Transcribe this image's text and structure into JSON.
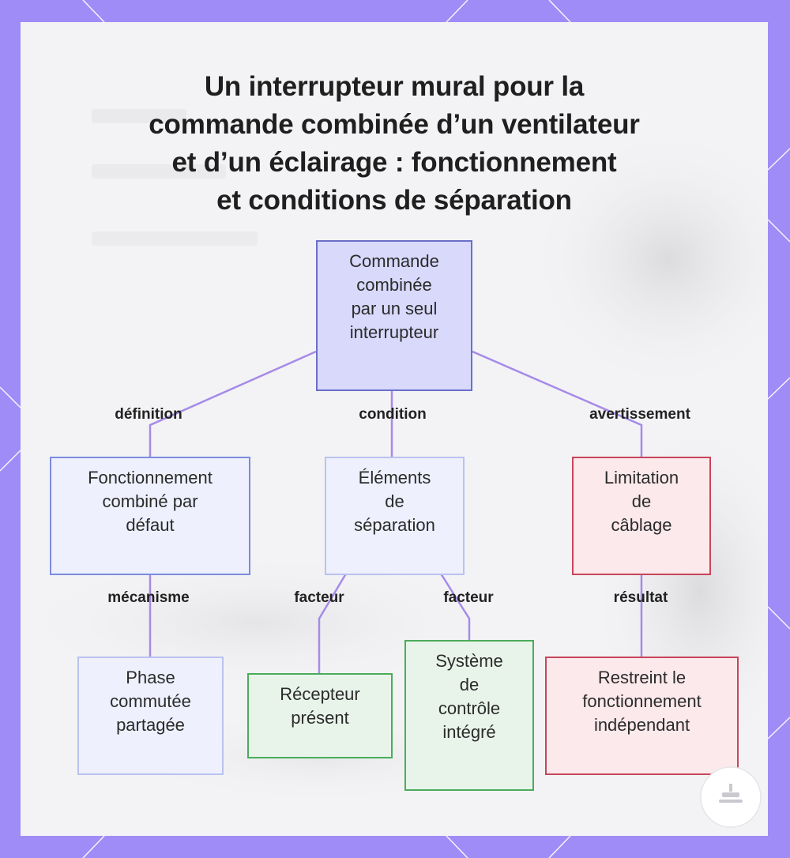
{
  "title": "Un interrupteur mural pour la\ncommande combinée d’un ventilateur\net d’un éclairage : fonctionnement\net conditions de séparation",
  "nodes": {
    "root": "Commande\ncombinée\npar un seul\ninterrupteur",
    "default_operation": "Fonctionnement\ncombiné par\ndéfaut",
    "separation_elements": "Éléments\nde\nséparation",
    "wiring_limitation": "Limitation\nde\ncâblage",
    "shared_phase": "Phase\ncommutée\npartagée",
    "receiver_present": "Récepteur\nprésent",
    "integrated_control": "Système\nde\ncontrôle\nintégré",
    "restricted_operation": "Restreint le\nfonctionnement\nindépendant"
  },
  "edge_labels": {
    "definition": "définition",
    "condition": "condition",
    "warning": "avertissement",
    "mechanism": "mécanisme",
    "factor_1": "facteur",
    "factor_2": "facteur",
    "result": "résultat"
  },
  "colors": {
    "frame": "#a08cf6",
    "panel": "#f3f3f5",
    "edge": "#a58be8",
    "root_fill": "#d8d9fb",
    "root_border": "#6a6fc9",
    "blue_border": "#7c8bde",
    "green_border": "#4aac5a",
    "red_border": "#c8455a"
  }
}
